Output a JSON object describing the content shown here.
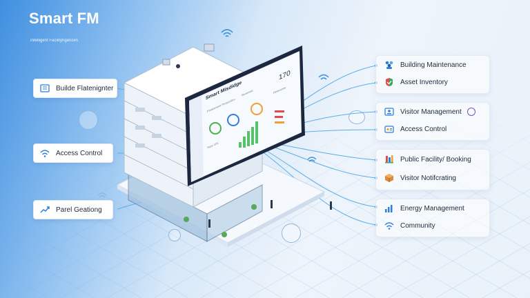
{
  "header": {
    "title": "Smart FM",
    "subtitle": "Intelligent Facilitƴngencen"
  },
  "left_cards": [
    {
      "label": "Builde Flatenignter",
      "icon": "document-list-icon"
    },
    {
      "label": "Access Control",
      "icon": "wifi-icon"
    },
    {
      "label": "Parel Geationg",
      "icon": "trend-chart-icon"
    }
  ],
  "right_cards": [
    {
      "label": "Building Maintenance",
      "icon": "team-icon"
    },
    {
      "label": "Asset Inventory",
      "icon": "asset-shield-icon"
    },
    {
      "label": "Visitor Management",
      "icon": "visitor-icon"
    },
    {
      "label": "Access Control",
      "icon": "keycard-icon"
    },
    {
      "label": "Public Facility/ Booking",
      "icon": "facility-icon"
    },
    {
      "label": "Visitor Notifcrating",
      "icon": "package-icon"
    },
    {
      "label": "Energy Management",
      "icon": "energy-bars-icon"
    },
    {
      "label": "Community",
      "icon": "wifi-icon"
    }
  ],
  "tablet": {
    "title": "Smart Misdidge",
    "metric": "170",
    "labels": [
      "Pmatsment Protocoltrs",
      "Sevenwa",
      "Yase 101",
      "Reaesnos"
    ]
  },
  "colors": {
    "accent": "#2f7fdc",
    "card_bg": "#ffffff",
    "link_line": "#5aaee8",
    "tablet_frame": "#1c2740"
  }
}
